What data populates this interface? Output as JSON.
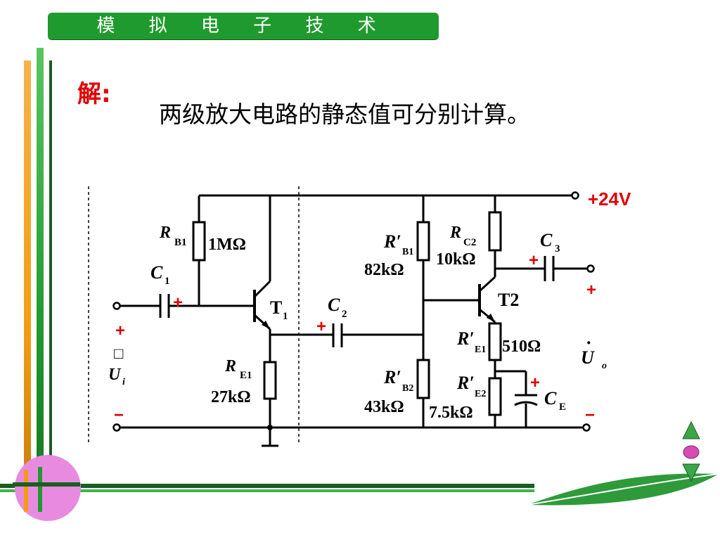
{
  "header": {
    "title": "模 拟 电 子 技 术"
  },
  "slide": {
    "solution_label": "解:",
    "statement": "两级放大电路的静态值可分别计算。"
  },
  "circuit": {
    "supply": "+24V",
    "components": {
      "rb1": {
        "name": "R",
        "sub": "B1",
        "value": "1MΩ"
      },
      "c1": {
        "name": "C",
        "sub": "1"
      },
      "t1": {
        "name": "T",
        "sub": "1"
      },
      "re1": {
        "name": "R",
        "sub": "E1",
        "value": "27kΩ"
      },
      "c2": {
        "name": "C",
        "sub": "2"
      },
      "rb1p": {
        "name": "R′",
        "sub": "B1",
        "value": "82kΩ"
      },
      "rb2p": {
        "name": "R′",
        "sub": "B2",
        "value": "43kΩ"
      },
      "rc2": {
        "name": "R",
        "sub": "C2",
        "value": "10kΩ"
      },
      "t2": {
        "name": "T2"
      },
      "re1p": {
        "name": "R′",
        "sub": "E1",
        "value": "510Ω"
      },
      "re2p": {
        "name": "R′",
        "sub": "E2",
        "value": "7.5kΩ"
      },
      "c3": {
        "name": "C",
        "sub": "3"
      },
      "ce": {
        "name": "C",
        "sub": "E"
      }
    },
    "input": {
      "name": "U",
      "sub": "i",
      "plus": "+",
      "minus": "−",
      "missing_glyph": "□"
    },
    "output": {
      "name": "U",
      "sub": "o",
      "dot": "·",
      "plus": "+",
      "minus": "−"
    },
    "polarity_plus": "+"
  },
  "colors": {
    "title_bg": "#1f9a2e",
    "accent_red": "#e00000",
    "bar_orange": "#f39c12",
    "bar_green": "#1f9a2e",
    "bar_dark_green": "#1b5e20",
    "nav_green": "#2e8b3a",
    "bubble_pink": "#e88be0"
  },
  "nav_icons": [
    "up-arrow-icon",
    "circle-dot-icon",
    "down-arrow-icon"
  ]
}
